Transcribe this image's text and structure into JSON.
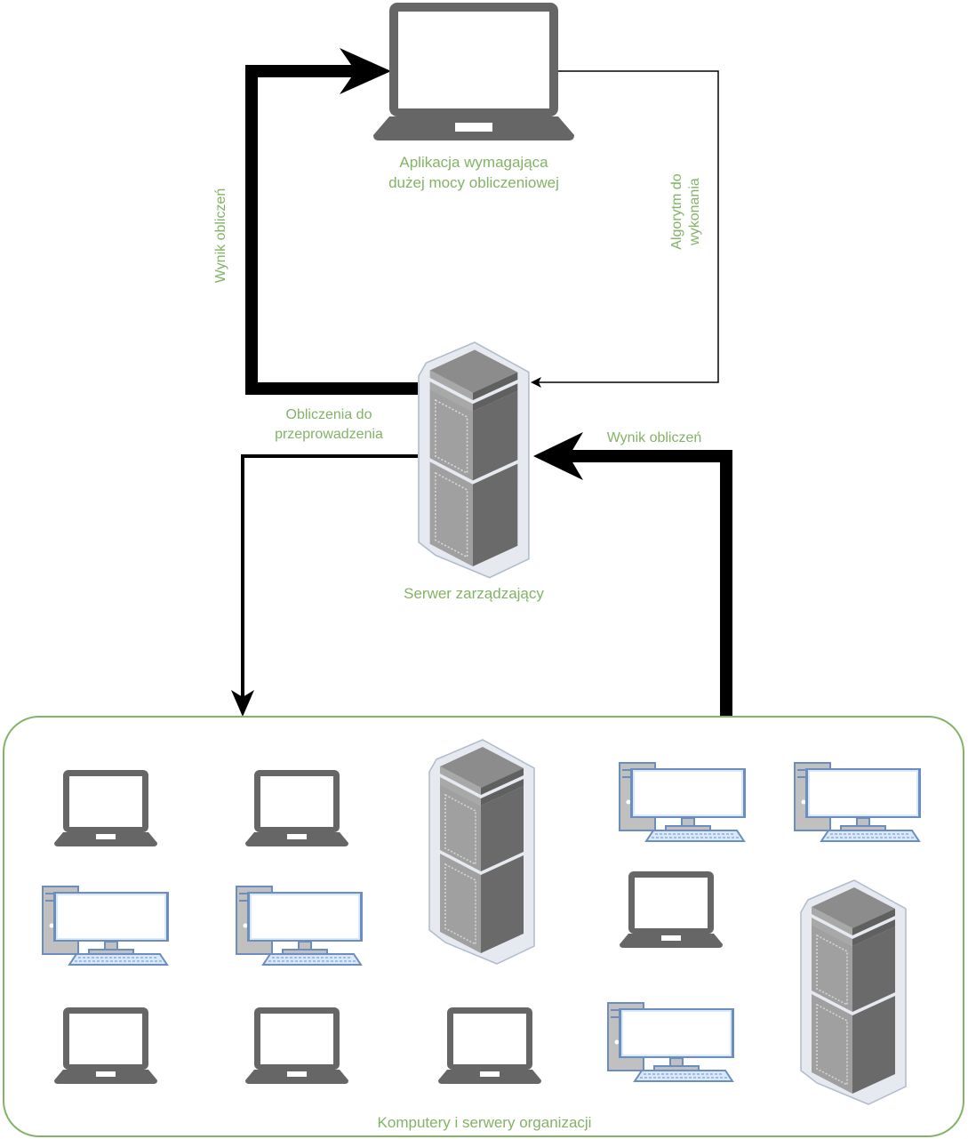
{
  "nodes": {
    "client_app": {
      "label_line1": "Aplikacja wymagająca",
      "label_line2": "dużej mocy obliczeniowej"
    },
    "management_server": {
      "label": "Serwer zarządzający"
    },
    "organization_group": {
      "label": "Komputery i serwery organizacji"
    }
  },
  "edges": {
    "result_to_app": {
      "label": "Wynik obliczeń"
    },
    "algorithm_to_server": {
      "label_line1": "Algorytm do",
      "label_line2": "wykonania"
    },
    "computations_to_org": {
      "label_line1": "Obliczenia do",
      "label_line2": "przeprowadzenia"
    },
    "result_to_server": {
      "label": "Wynik obliczeń"
    }
  },
  "devices": [
    {
      "type": "laptop"
    },
    {
      "type": "laptop"
    },
    {
      "type": "server-rack"
    },
    {
      "type": "desktop"
    },
    {
      "type": "desktop"
    },
    {
      "type": "desktop"
    },
    {
      "type": "desktop"
    },
    {
      "type": "laptop"
    },
    {
      "type": "server-rack"
    },
    {
      "type": "laptop"
    },
    {
      "type": "laptop"
    },
    {
      "type": "laptop"
    },
    {
      "type": "desktop"
    }
  ],
  "colors": {
    "label_green": "#82b366",
    "group_border": "#82b366",
    "laptop_gray": "#666666",
    "desktop_blue": "#6c8ebf",
    "desktop_fill": "#dae8fc",
    "desktop_case": "#c0c0c0",
    "edge_black": "#000000"
  }
}
